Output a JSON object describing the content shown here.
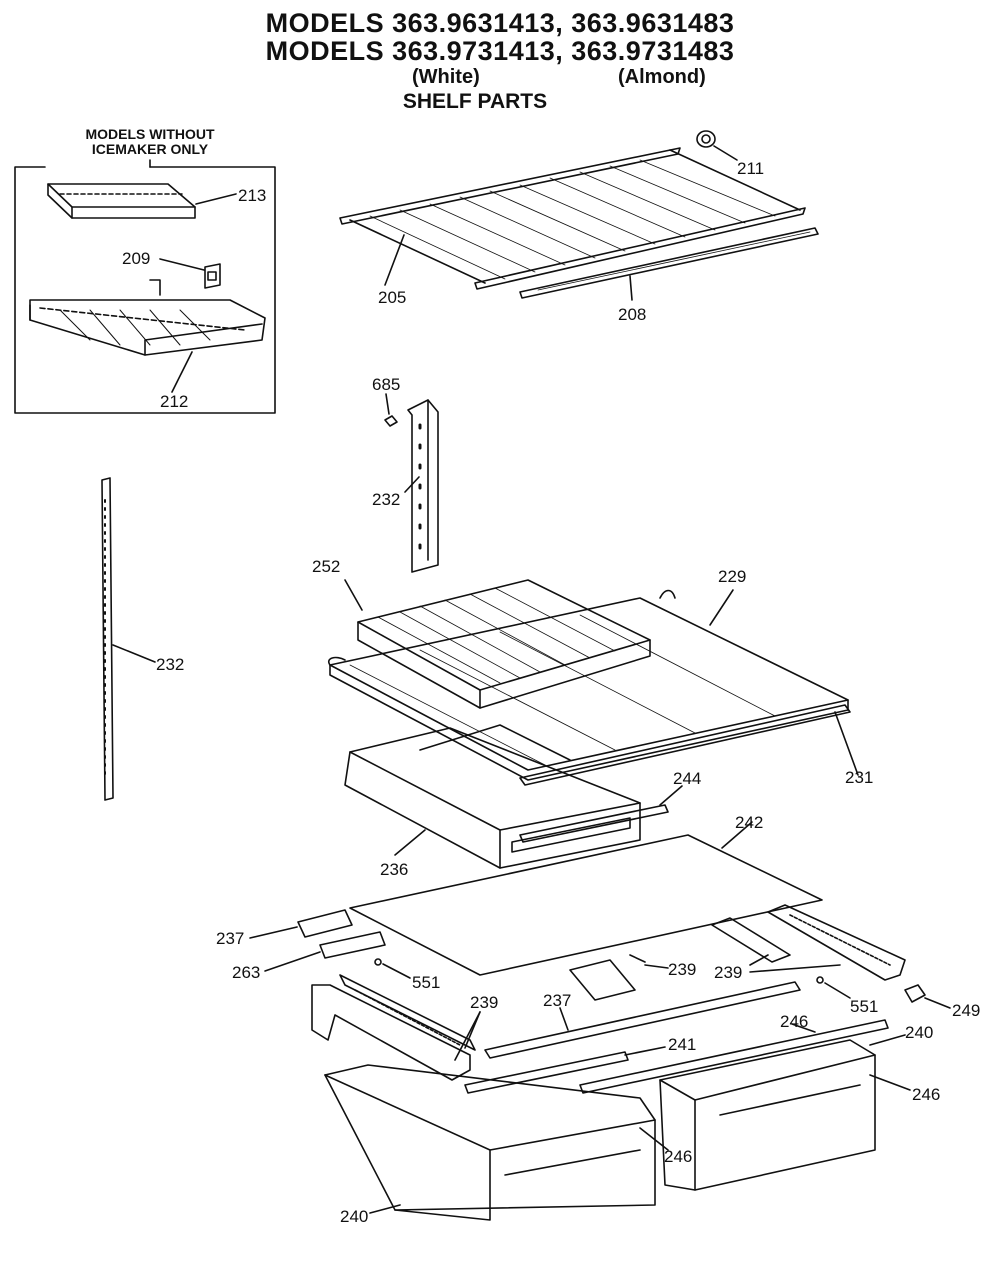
{
  "header": {
    "line1": "MODELS 363.9631413, 363.9631483",
    "line2": "MODELS 363.9731413, 363.9731483",
    "white": "(White)",
    "almond": "(Almond)",
    "section": "SHELF PARTS"
  },
  "inset": {
    "title_line1": "MODELS WITHOUT",
    "title_line2": "ICEMAKER ONLY"
  },
  "labels": {
    "p211": "211",
    "p205": "205",
    "p208": "208",
    "p213": "213",
    "p209": "209",
    "p212": "212",
    "p685": "685",
    "p232a": "232",
    "p232b": "232",
    "p252": "252",
    "p229": "229",
    "p231": "231",
    "p236": "236",
    "p244": "244",
    "p242": "242",
    "p237a": "237",
    "p263": "263",
    "p551a": "551",
    "p239a": "239",
    "p239b": "239",
    "p239c": "239",
    "p237b": "237",
    "p551b": "551",
    "p249": "249",
    "p246a": "246",
    "p240a": "240",
    "p241": "241",
    "p246b": "246",
    "p246c": "246",
    "p240b": "240"
  }
}
